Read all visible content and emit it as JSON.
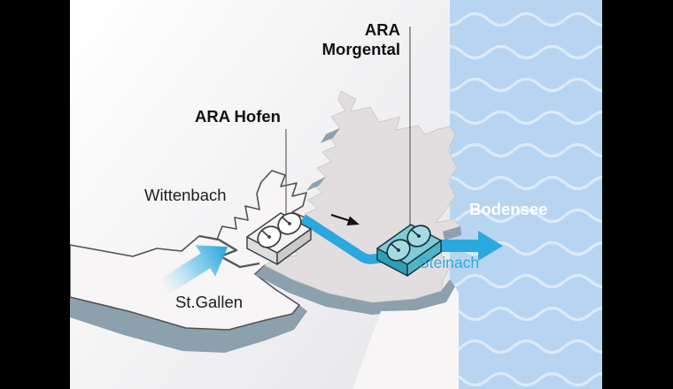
{
  "labels": {
    "ara_morgental_line1": "ARA",
    "ara_morgental_line2": "Morgental",
    "ara_hofen": "ARA Hofen",
    "wittenbach": "Wittenbach",
    "st_gallen": "St.Gallen",
    "bodensee": "Bodensee",
    "steinach": "Steinach"
  },
  "colors": {
    "frame_bars": "#000000",
    "background_light": "#FDFDFD",
    "background_shade": "#E8E8EB",
    "water": "#B7D5F0",
    "wave_lines": "#DCEBF9",
    "flow_blue": "#2BA9DF",
    "land_light": "#F7F5F6",
    "land_gray": "#E2DEDF",
    "land_side": "#8CA1AD",
    "outline_dark": "#525254",
    "plant_white_top": "#F4F2F2",
    "plant_white_side_left": "#DEDDDD",
    "plant_white_side_right": "#CBCACA",
    "plant_teal_top": "#7FCBD7",
    "plant_teal_side_left": "#2E9FB6",
    "plant_teal_side_right": "#4FB5C6",
    "tank_teal": "#A5DAE2",
    "steinach_text": "#2FA9E1",
    "leader_line": "#6E6E70"
  },
  "icons": {
    "plant_hofen": "treatment-plant-isometric-box-two-clarifiers",
    "plant_morgental": "treatment-plant-isometric-box-two-clarifiers",
    "inflow_arrow": "blue-gradient-arrow-northeast",
    "flow_direction_arrow": "small-black-arrow-right",
    "outflow_arrow": "blue-arrow-right-into-lake",
    "waves": "water-wave-lines"
  }
}
